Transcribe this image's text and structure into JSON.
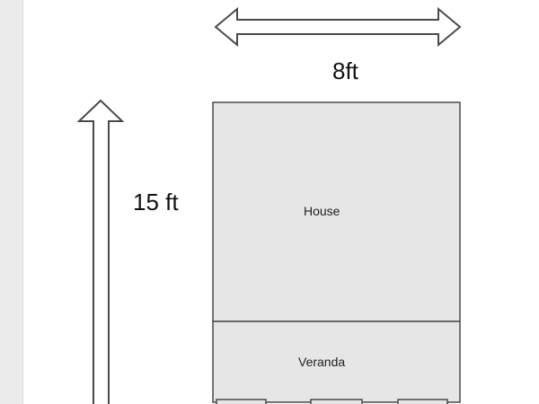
{
  "dimensions": {
    "width_label": "8ft",
    "height_label": "15 ft"
  },
  "rooms": {
    "house_label": "House",
    "veranda_label": "Veranda"
  },
  "colors": {
    "fill": "#e6e6e6",
    "stroke": "#4a4a4a",
    "arrow_fill": "#ffffff"
  }
}
